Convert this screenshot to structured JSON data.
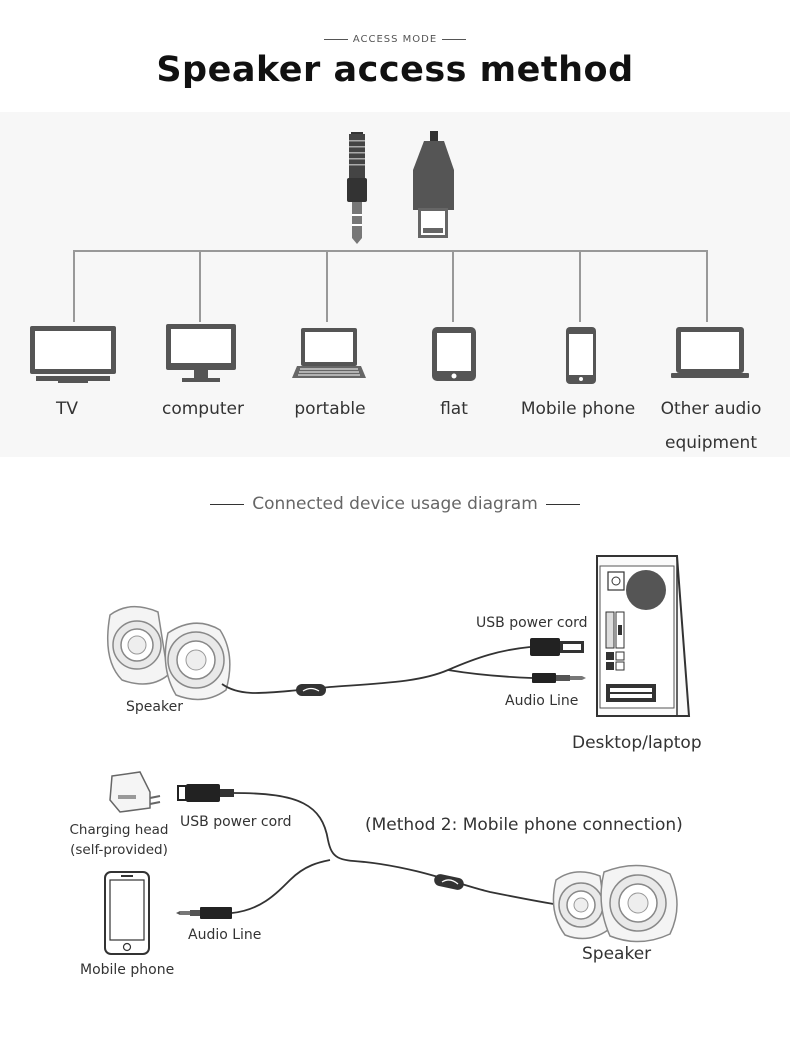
{
  "header": {
    "eyebrow": "ACCESS MODE",
    "title": "Speaker access method"
  },
  "devices": [
    {
      "label": "TV",
      "icon": "tv-icon"
    },
    {
      "label": "computer",
      "icon": "monitor-icon"
    },
    {
      "label": "portable",
      "icon": "laptop-icon"
    },
    {
      "label": "flat",
      "icon": "tablet-icon"
    },
    {
      "label": "Mobile phone",
      "icon": "phone-icon"
    },
    {
      "label": "Other audio equipment",
      "icon": "laptop-icon"
    }
  ],
  "section": {
    "title": "Connected device usage diagram"
  },
  "method1": {
    "usb_label": "USB power cord",
    "audio_label": "Audio Line",
    "speaker_label": "Speaker",
    "desktop_label": "Desktop/laptop"
  },
  "method2": {
    "title": "(Method 2: Mobile phone connection)",
    "charging_label": "Charging head (self-provided)",
    "usb_label": "USB power cord",
    "audio_label": "Audio Line",
    "phone_label": "Mobile phone",
    "speaker_label": "Speaker"
  }
}
